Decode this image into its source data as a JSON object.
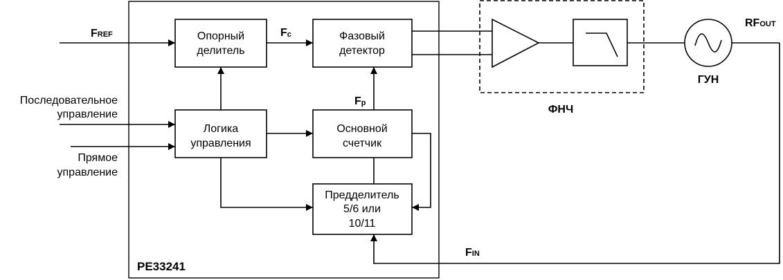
{
  "chip": {
    "name": "PE33241"
  },
  "signals": {
    "fref": {
      "main": "F",
      "sub": "REF"
    },
    "fc": {
      "main": "F",
      "sub": "c"
    },
    "fp": {
      "main": "F",
      "sub": "p"
    },
    "fin": {
      "main": "F",
      "sub": "IN"
    },
    "rfout": {
      "main": "RF",
      "sub": "OUT"
    }
  },
  "inputs": {
    "serial": [
      "Последовательное",
      "управление"
    ],
    "direct": [
      "Прямое",
      "управление"
    ]
  },
  "blocks": {
    "ref_divider": [
      "Опорный",
      "делитель"
    ],
    "phase_detector": [
      "Фазовый",
      "детектор"
    ],
    "control_logic": [
      "Логика",
      "управления"
    ],
    "main_counter": [
      "Основной",
      "счетчик"
    ],
    "prescaler": [
      "Предделитель",
      "5/6 или",
      "10/11"
    ]
  },
  "filter": {
    "label": "ФНЧ"
  },
  "vco": {
    "label": "ГУН"
  }
}
